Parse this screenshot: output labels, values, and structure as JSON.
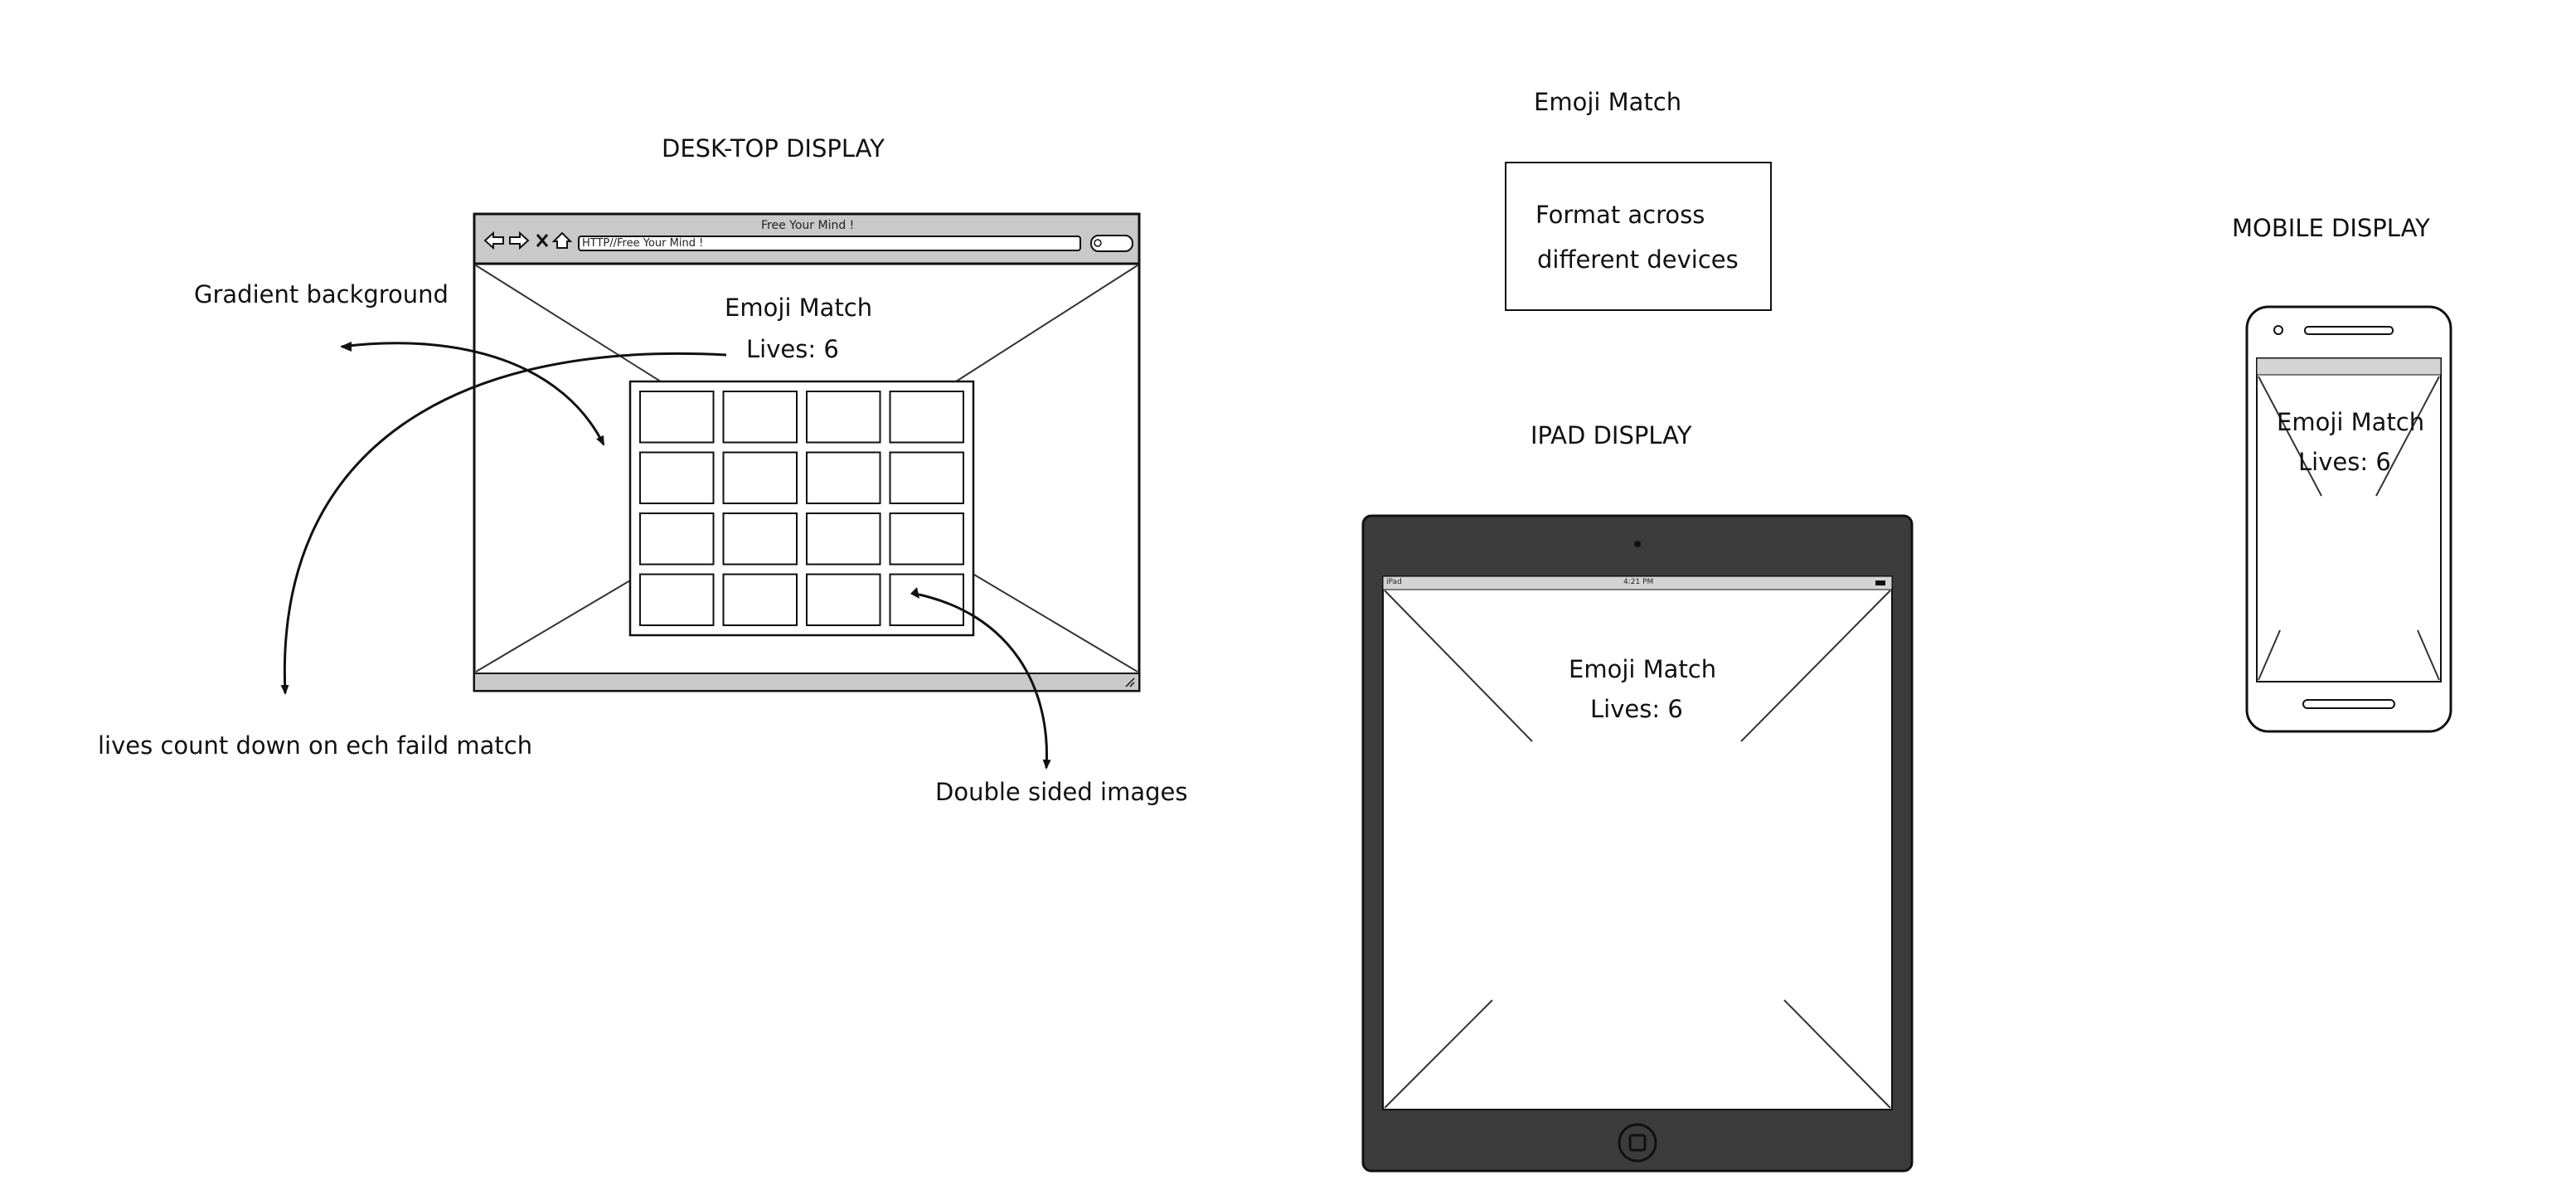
{
  "annotations": {
    "desktop_heading": "DESK-TOP DISPLAY",
    "ipad_heading": "IPAD DISPLAY",
    "mobile_heading": "MOBILE DISPLAY",
    "gradient_note": "Gradient background",
    "lives_note": "lives count down on ech faild match",
    "double_sided_note": "Double sided images"
  },
  "top_note": {
    "title": "Emoji Match",
    "box_line1": "Format across",
    "box_line2": "different devices"
  },
  "browser": {
    "window_title": "Free Your Mind !",
    "url": "HTTP//Free Your Mind !"
  },
  "game": {
    "title": "Emoji Match",
    "lives": "Lives: 6",
    "grid_rows": 4,
    "grid_cols": 4
  },
  "ipad_status": {
    "carrier": "iPad",
    "time": "4:21 PM"
  },
  "colors": {
    "ink": "#111111",
    "device_frame": "#3c3c3c",
    "browser_chrome": "#c9c9c9",
    "status_bar": "#d4d4d4"
  }
}
